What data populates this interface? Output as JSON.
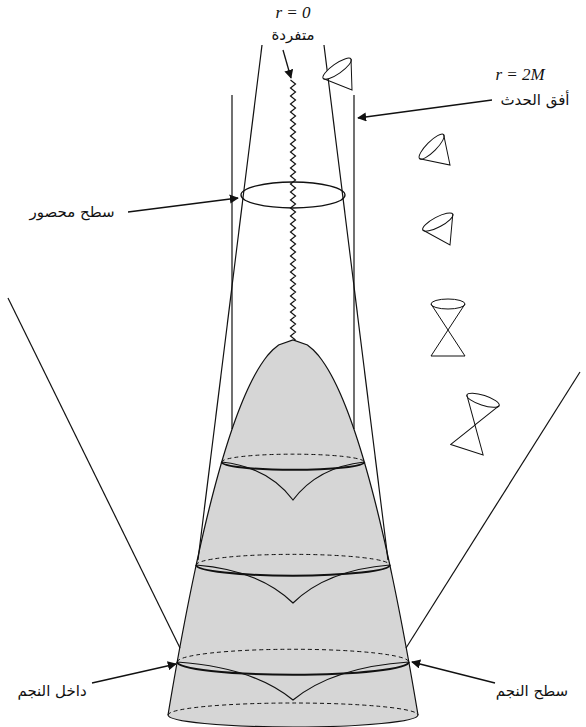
{
  "diagram": {
    "labels": [
      "r = 0",
      "متفردة",
      "r = 2M",
      "أفق الحدث",
      "سطح محصور",
      "داخل النجم",
      "سطح النجم"
    ]
  }
}
